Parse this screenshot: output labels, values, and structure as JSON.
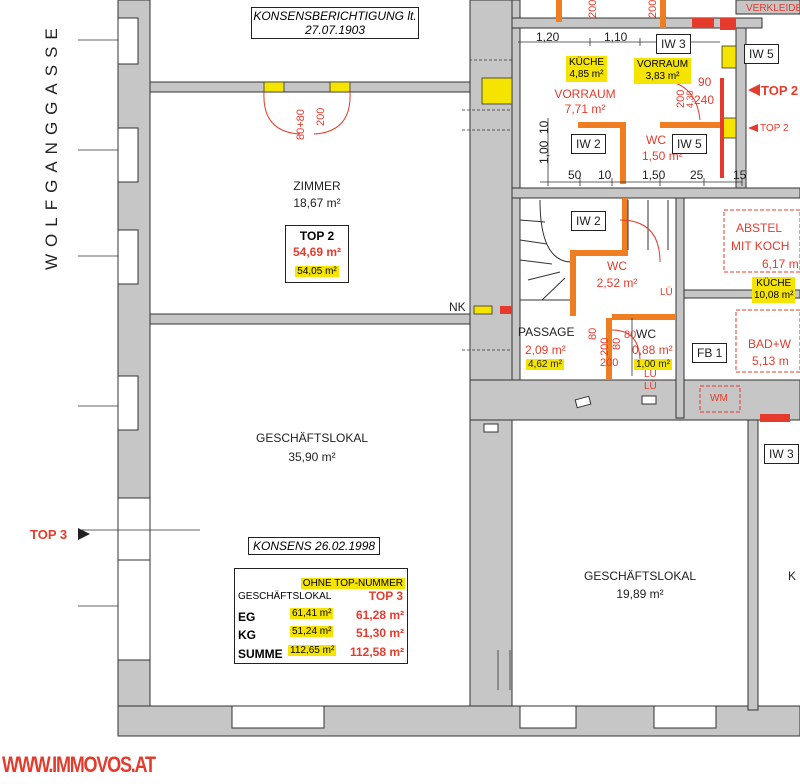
{
  "street": "WOLFGANGGASSE",
  "logo": "WWW.IMMOVOS.AT",
  "top3_pointer": "TOP 3",
  "top2_pointer_a": "TOP 2",
  "top2_pointer_b": "TOP 2",
  "verkleide": "VERKLEIDE",
  "note_top": {
    "line1": "KONSENSBERICHTIGUNG lt.",
    "line2": "27.07.1903"
  },
  "note_mid": "KONSENS 26.02.1998",
  "door_dims": {
    "a": "80+80",
    "b": "200"
  },
  "nk": "NK",
  "rooms": {
    "zimmer": {
      "name": "ZIMMER",
      "area": "18,67 m²"
    },
    "top2_box": {
      "title": "TOP 2",
      "area_red": "54,69 m²",
      "area_hl": "54,05 m²"
    },
    "kueche": {
      "name": "KÜCHE",
      "area": "4,85 m²"
    },
    "vorraum_hl": {
      "name": "VORRAUM",
      "area": "3,83 m²"
    },
    "vorraum_red": {
      "name": "VORRAUM",
      "area": "7,71 m²"
    },
    "wc1": {
      "name": "WC",
      "area": "1,50 m²"
    },
    "wc2": {
      "name": "WC",
      "area": "2,52 m²"
    },
    "passage": {
      "name": "PASSAGE",
      "area_red": "2,09 m²",
      "area_hl": "4,62 m²"
    },
    "wc3": {
      "name": "WC",
      "area_red": "0,88 m²",
      "area_hl": "1,00 m²"
    },
    "abstell": {
      "line1": "ABSTEL",
      "line2": "MIT KOCH",
      "area": "6,17 m"
    },
    "kueche2": {
      "name": "KÜCHE",
      "area": "10,08 m²"
    },
    "bad": {
      "name": "BAD+W",
      "area": "5,13 m"
    },
    "geschaeft1": {
      "name": "GESCHÄFTSLOKAL",
      "area": "35,90 m²"
    },
    "geschaeft2": {
      "name": "GESCHÄFTSLOKAL",
      "area": "19,89 m²"
    },
    "edge_k": "K"
  },
  "walls_tags": [
    "IW 3",
    "IW 5",
    "IW 2",
    "IW 5",
    "IW 2",
    "FB 1",
    "IW 3"
  ],
  "lue": [
    "LÜ",
    "LÜ",
    "LÜ"
  ],
  "wm": "WM",
  "dims": {
    "d120": "1,20",
    "d110": "1,10",
    "d10a": "10",
    "d100": "1,00",
    "d50": "50",
    "d10b": "10",
    "d150": "1,50",
    "d25": "25",
    "d15": "15",
    "d90": "90",
    "d240": "240",
    "d200a": "200",
    "d430": "4,30",
    "d80": "80",
    "d200b": "200",
    "d80b": "80",
    "d200top": "200",
    "d200top2": "200",
    "d200c": "200",
    "d80c": "80"
  },
  "summary": {
    "header": "OHNE TOP-NUMMER",
    "subheader_left": "GESCHÄFTSLOKAL",
    "subheader_right": "TOP 3",
    "rows": [
      {
        "label": "EG",
        "hl": "61,41 m²",
        "red": "61,28 m²"
      },
      {
        "label": "KG",
        "hl": "51,24 m²",
        "red": "51,30 m²"
      },
      {
        "label": "SUMME",
        "hl": "112,65 m²",
        "red": "112,58 m²"
      }
    ]
  },
  "colors": {
    "wall": "#c6c6c6",
    "red": "#e53b2c",
    "yellow": "#f5e400",
    "orange": "#ef7d22",
    "line": "#222222"
  }
}
